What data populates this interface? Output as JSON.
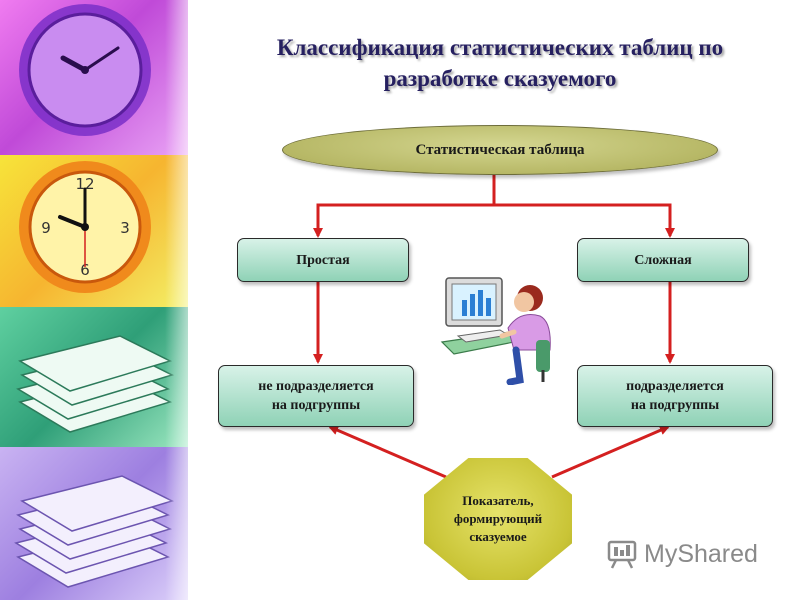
{
  "title": {
    "line1": "Классификация статистических таблиц по",
    "line2": "разработке сказуемого"
  },
  "diagram": {
    "root": "Статистическая таблица",
    "left_type": "Простая",
    "right_type": "Сложная",
    "left_sub_line1": "не подразделяется",
    "left_sub_line2": "на подгруппы",
    "right_sub_line1": "подразделяется",
    "right_sub_line2": "на подгруппы",
    "indicator_line1": "Показатель,",
    "indicator_line2": "формирующий",
    "indicator_line3": "сказуемое"
  },
  "colors": {
    "arrow": "#d42020",
    "box_fill": "#a8dcc6",
    "root_fill": "#b7b866",
    "octagon_fill": "#c9c436",
    "title": "#262060"
  },
  "watermark": {
    "logo_icon": "myshared-logo-icon",
    "text": "MyShared"
  }
}
